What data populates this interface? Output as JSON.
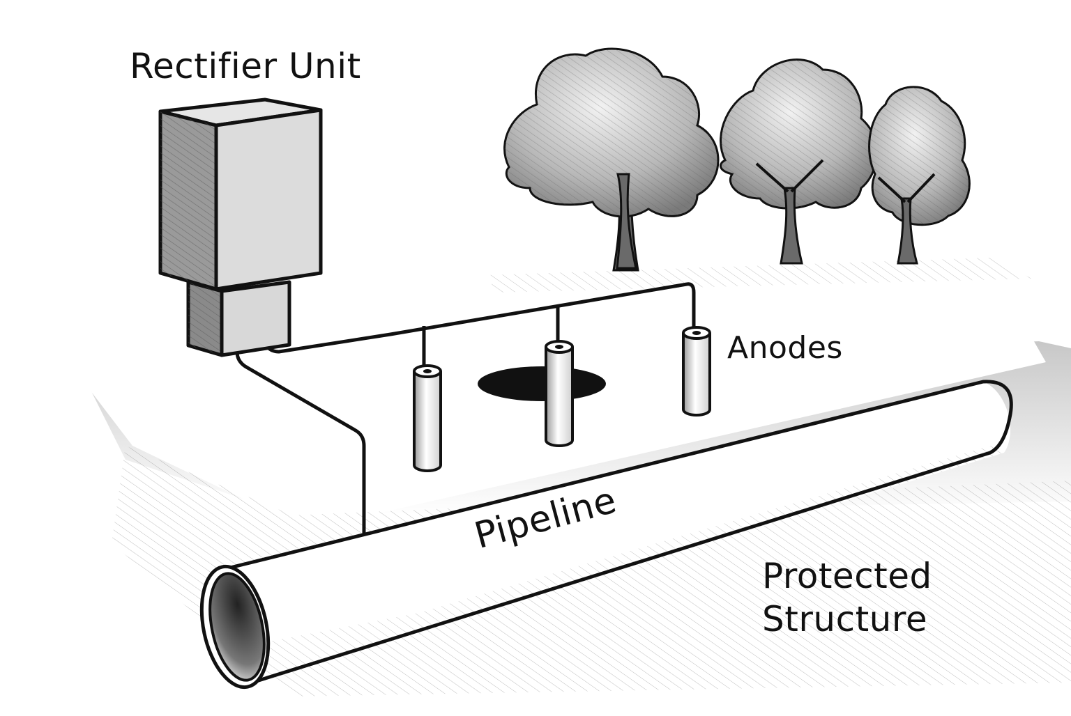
{
  "diagram": {
    "title": "Impressed current cathodic protection system",
    "style": "pencil-sketch illustration, grayscale",
    "labels": {
      "rectifier": "Rectifier Unit",
      "anodes": "Anodes",
      "pipeline": "Pipeline",
      "protected_line1": "Protected",
      "protected_line2": "Structure"
    },
    "components": [
      {
        "id": "rectifier",
        "name": "Rectifier Unit",
        "count": 1
      },
      {
        "id": "anodes",
        "name": "Anodes",
        "count": 3
      },
      {
        "id": "pipeline",
        "name": "Pipeline (Protected Structure)",
        "count": 1
      },
      {
        "id": "trees",
        "name": "Trees",
        "count": 3
      }
    ],
    "connections": [
      {
        "from": "rectifier",
        "to": "anodes",
        "kind": "cable"
      },
      {
        "from": "rectifier",
        "to": "pipeline",
        "kind": "cable"
      }
    ],
    "colors": {
      "ink": "#111111",
      "shade_dark": "#8a8a8a",
      "shade_light": "#d8d8d8",
      "paper": "#ffffff"
    }
  }
}
